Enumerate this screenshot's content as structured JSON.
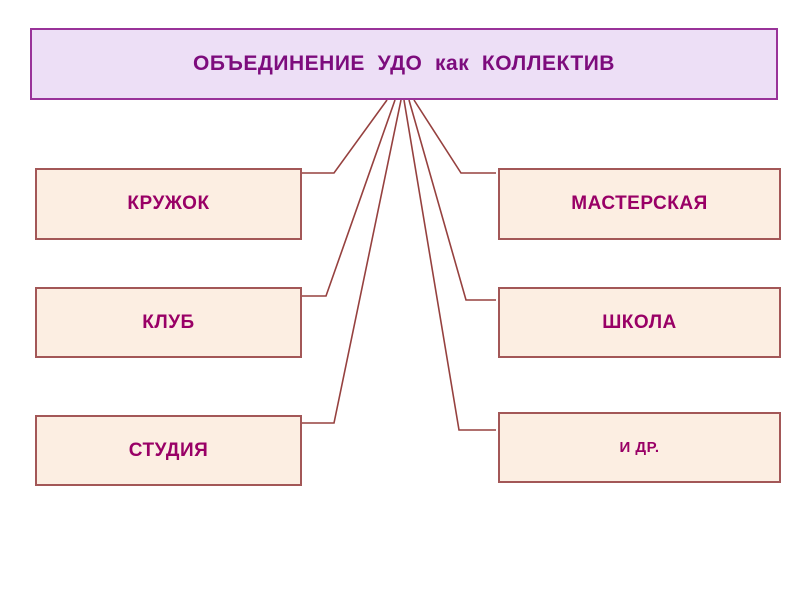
{
  "title": {
    "label": "ОБЪЕДИНЕНИЕ  УДО  как  КОЛЛЕКТИВ"
  },
  "nodes": [
    {
      "id": "kruzhok",
      "label": "КРУЖОК"
    },
    {
      "id": "klub",
      "label": "КЛУБ"
    },
    {
      "id": "studiya",
      "label": "СТУДИЯ"
    },
    {
      "id": "masterskaya",
      "label": "МАСТЕРСКАЯ"
    },
    {
      "id": "shkola",
      "label": "ШКОЛА"
    },
    {
      "id": "i-dr",
      "label": "И ДР."
    }
  ],
  "colors": {
    "title_background": "#EDDFF6",
    "title_border": "#993399",
    "title_text": "#7D0C7D",
    "node_background": "#FCEEE2",
    "node_border": "#A35757",
    "node_text": "#990066",
    "connector_line": "#96413F",
    "page_background": "#FFFFFF"
  }
}
